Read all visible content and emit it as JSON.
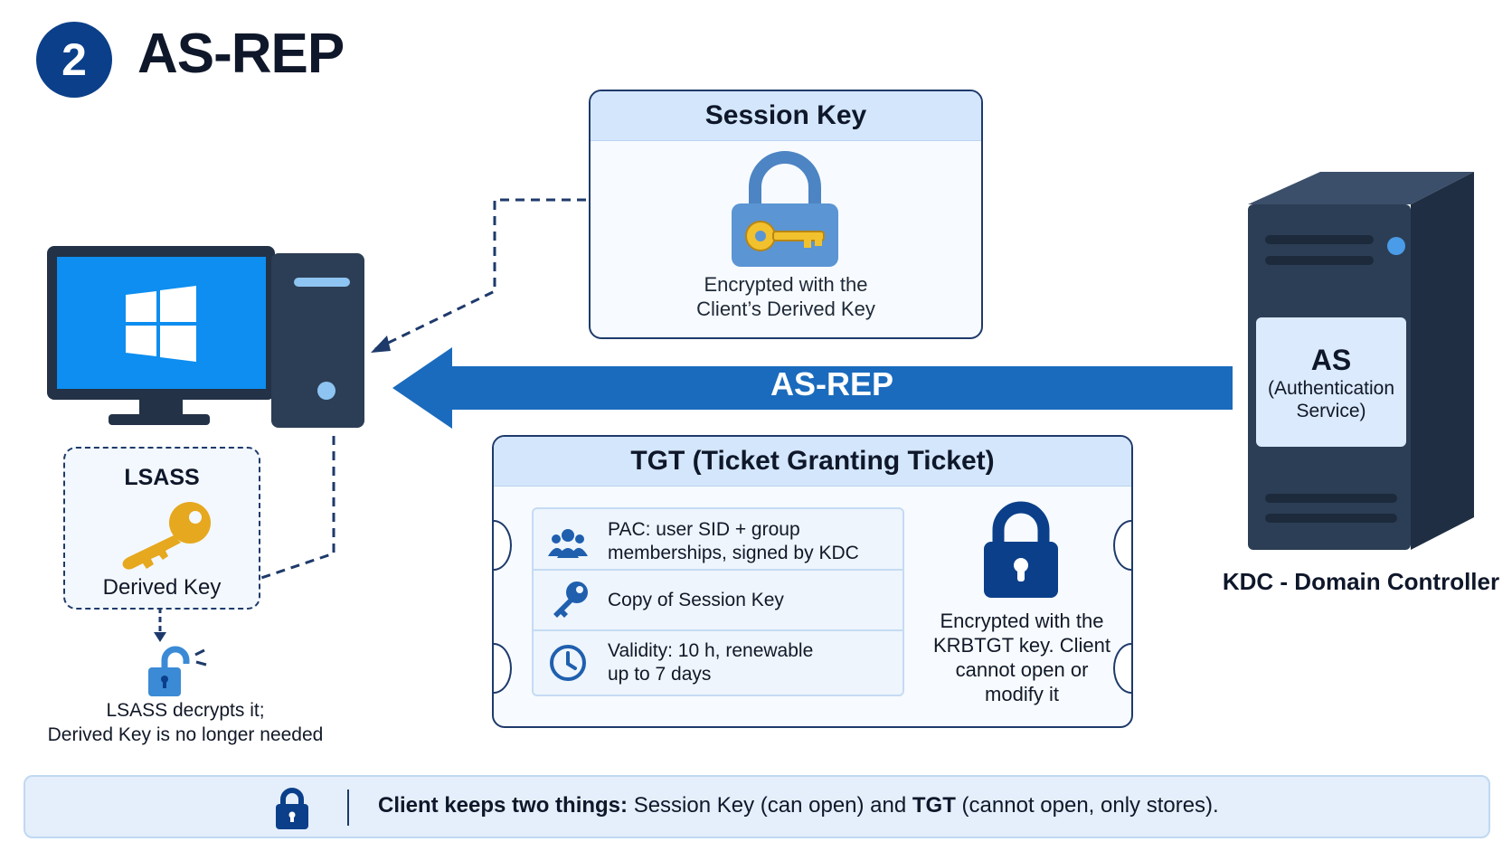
{
  "header": {
    "step_number": "2",
    "title": "AS-REP"
  },
  "session_key_card": {
    "title": "Session Key",
    "caption_line1": "Encrypted with the",
    "caption_line2": "Client’s Derived Key"
  },
  "arrow": {
    "label": "AS-REP"
  },
  "tgt_card": {
    "title": "TGT (Ticket Granting Ticket)",
    "items": [
      {
        "icon": "users-icon",
        "line1": "PAC: user SID + group",
        "line2": "memberships, signed by KDC"
      },
      {
        "icon": "key-icon",
        "line1": "Copy of Session Key",
        "line2": ""
      },
      {
        "icon": "clock-icon",
        "line1": "Validity:  10 h, renewable",
        "line2": "up to 7 days"
      }
    ],
    "encryption_line1": "Encrypted with the",
    "encryption_line2": "KRBTGT key. Client",
    "encryption_line3": "cannot open or",
    "encryption_line4": "modify it"
  },
  "kdc": {
    "as_title": "AS",
    "as_sub_line1": "(Authentication",
    "as_sub_line2": "Service)",
    "label": "KDC - Domain Controller"
  },
  "client": {
    "lsass_title": "LSASS",
    "lsass_key_caption": "Derived Key",
    "decrypt_line1": "LSASS decrypts it;",
    "decrypt_line2": "Derived Key is no longer needed"
  },
  "banner": {
    "part1": "Client keeps two things:",
    "part2": " Session Key (can open) and ",
    "part3": "TGT",
    "part4": " (cannot open, only stores)."
  },
  "colors": {
    "navy": "#0b3f8a",
    "arrow_blue": "#1a6bbd",
    "card_header": "#d3e6fb",
    "server_dark": "#2c3e55",
    "key_gold": "#e6a81e",
    "screen_blue": "#0d8ef0"
  }
}
